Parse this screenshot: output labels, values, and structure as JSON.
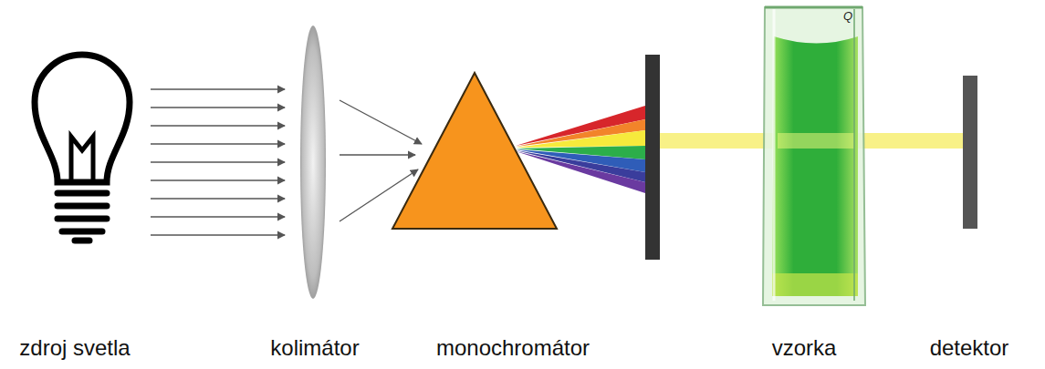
{
  "diagram": {
    "labels": [
      "zdroj svetla",
      "kolimátor",
      "monochromátor",
      "Q",
      "vzorka",
      "detektor"
    ]
  }
}
